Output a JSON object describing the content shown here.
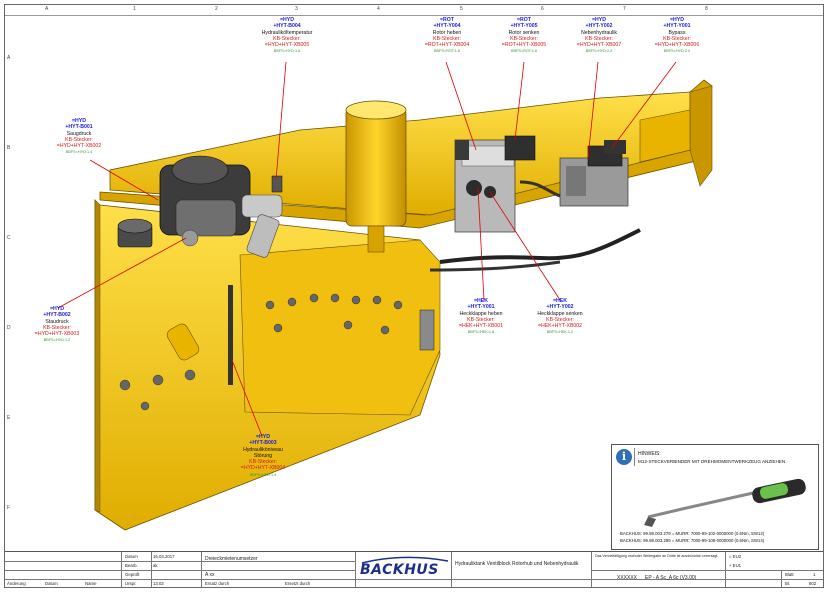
{
  "grid": {
    "columns": [
      "A",
      "1",
      "2",
      "3",
      "4",
      "5",
      "6",
      "7",
      "8"
    ],
    "rows": [
      "A",
      "B",
      "C",
      "D",
      "E",
      "F"
    ]
  },
  "callouts": {
    "b004": {
      "l1": "=HYD",
      "l2": "+HYT-B004",
      "l3": "Hydrauliköltemperatur",
      "l4": "KB-Stecker:",
      "l5": "=HYD+HYT-XB005",
      "l6": "BBFS=HYD:1.6"
    },
    "y004": {
      "l1": "=ROT",
      "l2": "+HYT-Y004",
      "l3": "Rotor heben",
      "l4": "KB-Stecker:",
      "l5": "=ROT+HYT-XB004",
      "l6": "BBFS=ROT:1.6"
    },
    "y005": {
      "l1": "=ROT",
      "l2": "+HYT-Y005",
      "l3": "Rotor senken",
      "l4": "KB-Stecker:",
      "l5": "=ROT+HYT-XB005",
      "l6": "BBFS=ROT:1.8"
    },
    "y002n": {
      "l1": "=HYD",
      "l2": "+HYT-Y002",
      "l3": "Nebenhydraulik",
      "l4": "KB-Stecker:",
      "l5": "=HYD+HYT-XB007",
      "l6": "BBFS=HYD:2.2"
    },
    "y001b": {
      "l1": "=HYD",
      "l2": "+HYT-Y001",
      "l3": "Bypass",
      "l4": "KB-Stecker:",
      "l5": "=HYD+HYT-XB006",
      "l6": "BBFS=HYD:2.0"
    },
    "b001": {
      "l1": "=HYD",
      "l2": "+HYT-B001",
      "l3": "Saugdruck",
      "l4": "KB-Stecker:",
      "l5": "=HYD+HYT-XB002",
      "l6": "BBFS=HYD:1.4"
    },
    "b002": {
      "l1": "=HYD",
      "l2": "+HYT-B002",
      "l3": "Staudruck",
      "l4": "KB-Stecker:",
      "l5": "=HYD+HYT-XB003",
      "l6": "BBFS=HYD:1.2"
    },
    "b003": {
      "l1": "=HYD",
      "l2": "+HYT-B003",
      "l3": "Hydrauliköniveau",
      "l3b": "Störung",
      "l4": "KB-Stecker:",
      "l5": "=HYD+HYT-XB004",
      "l6": "BBFS=HYD:1.4"
    },
    "hy001": {
      "l1": "=HEK",
      "l2": "+HYT-Y001",
      "l3": "Heckklappe heben",
      "l4": "KB-Stecker:",
      "l5": "=HEK+HYT-XB001",
      "l6": "BBFS=HEK:1.8"
    },
    "hy002": {
      "l1": "=HEK",
      "l2": "+HYT-Y002",
      "l3": "Heckklappe senken",
      "l4": "KB-Stecker:",
      "l5": "=HEK+HYT-XB002",
      "l6": "BBFS=HEK:1.2"
    }
  },
  "note": {
    "title": "HINWEIS:",
    "text": "M12-STECKVERBINDER MIT DREHMOMENTWERKZEUG ANZIEHEN",
    "line1": "BACKHUS: 99.98.003.279 = MURR: 7000-99-102-0000000 (0.6Nm, SW12)",
    "line2": "BACKHUS: 99.98.003.289 = MURR: 7000-99-109-0000000 (0.6Nm, SW14)"
  },
  "titleblock": {
    "datum_label": "Datum",
    "datum_value": "16.03.2017",
    "bearb_label": "Bearb.",
    "bearb_value": "ak",
    "geprueft_label": "Geprüft",
    "norm_label": "Urspr.",
    "norm_value": "13.02",
    "ersetzt_label": "Ersatz durch",
    "ersetzt2_label": "Ersetzt durch",
    "aenderung": "Änderung",
    "datum2": "Datum",
    "name": "Name",
    "drawing_title": "Dreieckmietenumsetzer",
    "drawing_sub": "A xx",
    "logo": "BACKHUS",
    "subject": "Hydrauliktank Ventilblock Rotorhub und Nebenhydraulik",
    "legal": "Das Vervielfältigung und/oder Weitergabe an Dritte ist ausdrücklich untersagt.",
    "code": "XXXXXX",
    "drawing_no": "EP - A Sc_A 6c (V3.00)",
    "ref1": "= EU2",
    "ref2": "+ EU1",
    "blatt_label": "Blatt",
    "blatt": "1",
    "bl_label": "Bl.",
    "bl": "802"
  },
  "colors": {
    "frame": "#ffd21f",
    "frame_dark": "#b08a00",
    "blue_text": "#1a1adb",
    "red_text": "#d81a1a",
    "green_text": "#2c9a2c",
    "leader": "#e00000",
    "logo": "#1c2f8c"
  }
}
